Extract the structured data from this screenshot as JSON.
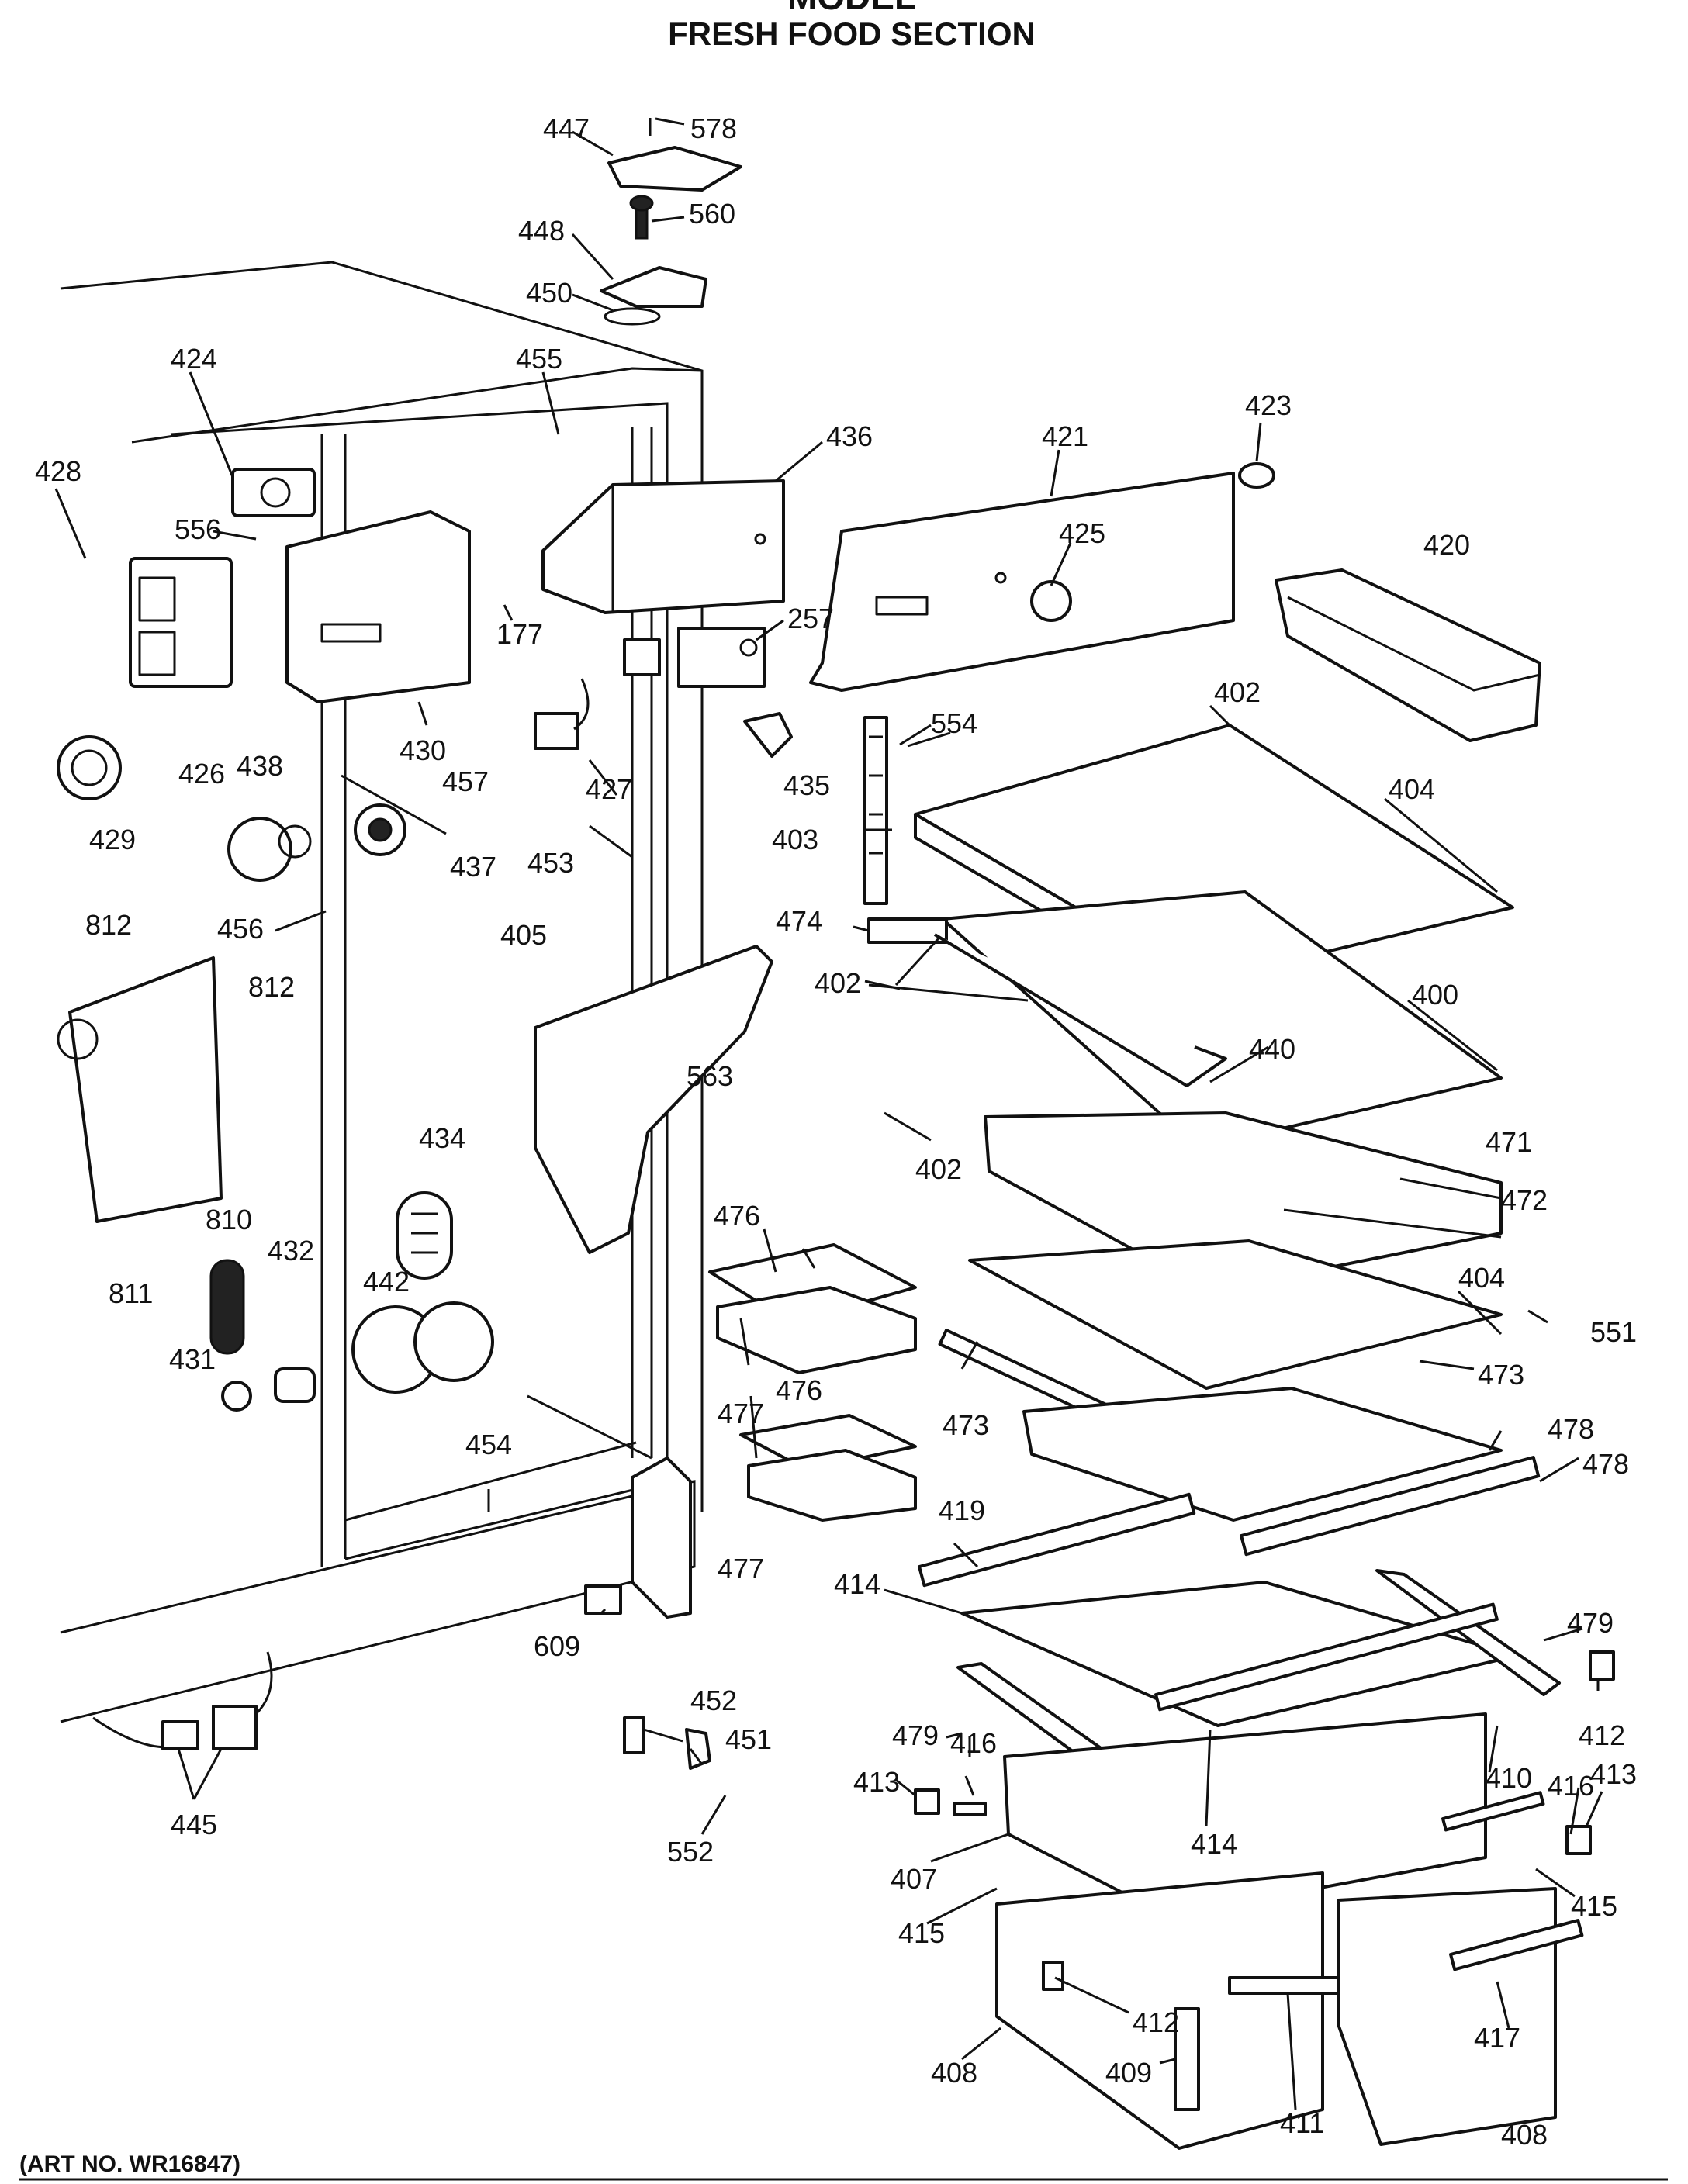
{
  "header": {
    "title_partial": "MODEL",
    "section_title": "FRESH FOOD SECTION"
  },
  "footer": {
    "art_number": "(ART NO. WR16847)"
  },
  "part_labels": [
    {
      "id": "l447",
      "text": "447"
    },
    {
      "id": "l578",
      "text": "578"
    },
    {
      "id": "l560",
      "text": "560"
    },
    {
      "id": "l448",
      "text": "448"
    },
    {
      "id": "l450",
      "text": "450"
    },
    {
      "id": "l455",
      "text": "455"
    },
    {
      "id": "l424",
      "text": "424"
    },
    {
      "id": "l436",
      "text": "436"
    },
    {
      "id": "l421",
      "text": "421"
    },
    {
      "id": "l423",
      "text": "423"
    },
    {
      "id": "l428",
      "text": "428"
    },
    {
      "id": "l556",
      "text": "556"
    },
    {
      "id": "l425",
      "text": "425"
    },
    {
      "id": "l420",
      "text": "420"
    },
    {
      "id": "l257",
      "text": "257"
    },
    {
      "id": "l177",
      "text": "177"
    },
    {
      "id": "l430",
      "text": "430"
    },
    {
      "id": "l426",
      "text": "426"
    },
    {
      "id": "l438",
      "text": "438"
    },
    {
      "id": "l457",
      "text": "457"
    },
    {
      "id": "l427",
      "text": "427"
    },
    {
      "id": "l435",
      "text": "435"
    },
    {
      "id": "l554",
      "text": "554"
    },
    {
      "id": "l402a",
      "text": "402"
    },
    {
      "id": "l404a",
      "text": "404"
    },
    {
      "id": "l429",
      "text": "429"
    },
    {
      "id": "l437",
      "text": "437"
    },
    {
      "id": "l453",
      "text": "453"
    },
    {
      "id": "l403",
      "text": "403"
    },
    {
      "id": "l812a",
      "text": "812"
    },
    {
      "id": "l456",
      "text": "456"
    },
    {
      "id": "l405",
      "text": "405"
    },
    {
      "id": "l474",
      "text": "474"
    },
    {
      "id": "l812b",
      "text": "812"
    },
    {
      "id": "l402b",
      "text": "402"
    },
    {
      "id": "l400",
      "text": "400"
    },
    {
      "id": "l440",
      "text": "440"
    },
    {
      "id": "l563",
      "text": "563"
    },
    {
      "id": "l434",
      "text": "434"
    },
    {
      "id": "l810",
      "text": "810"
    },
    {
      "id": "l471",
      "text": "471"
    },
    {
      "id": "l402c",
      "text": "402"
    },
    {
      "id": "l472",
      "text": "472"
    },
    {
      "id": "l476a",
      "text": "476"
    },
    {
      "id": "l811",
      "text": "811"
    },
    {
      "id": "l432",
      "text": "432"
    },
    {
      "id": "l442",
      "text": "442"
    },
    {
      "id": "l404b",
      "text": "404"
    },
    {
      "id": "l551",
      "text": "551"
    },
    {
      "id": "l431",
      "text": "431"
    },
    {
      "id": "l473a",
      "text": "473"
    },
    {
      "id": "l477a",
      "text": "477"
    },
    {
      "id": "l476b",
      "text": "476"
    },
    {
      "id": "l473b",
      "text": "473"
    },
    {
      "id": "l454",
      "text": "454"
    },
    {
      "id": "l478a",
      "text": "478"
    },
    {
      "id": "l478b",
      "text": "478"
    },
    {
      "id": "l419",
      "text": "419"
    },
    {
      "id": "l477b",
      "text": "477"
    },
    {
      "id": "l414a",
      "text": "414"
    },
    {
      "id": "l609",
      "text": "609"
    },
    {
      "id": "l479a",
      "text": "479"
    },
    {
      "id": "l452",
      "text": "452"
    },
    {
      "id": "l412a",
      "text": "412"
    },
    {
      "id": "l479b",
      "text": "479"
    },
    {
      "id": "l416a",
      "text": "416"
    },
    {
      "id": "l451",
      "text": "451"
    },
    {
      "id": "l410",
      "text": "410"
    },
    {
      "id": "l413a",
      "text": "413"
    },
    {
      "id": "l416b",
      "text": "416"
    },
    {
      "id": "l413b",
      "text": "413"
    },
    {
      "id": "l445",
      "text": "445"
    },
    {
      "id": "l552",
      "text": "552"
    },
    {
      "id": "l414b",
      "text": "414"
    },
    {
      "id": "l407",
      "text": "407"
    },
    {
      "id": "l415a",
      "text": "415"
    },
    {
      "id": "l415b",
      "text": "415"
    },
    {
      "id": "l412b",
      "text": "412"
    },
    {
      "id": "l417",
      "text": "417"
    },
    {
      "id": "l408a",
      "text": "408"
    },
    {
      "id": "l409",
      "text": "409"
    },
    {
      "id": "l411",
      "text": "411"
    },
    {
      "id": "l408b",
      "text": "408"
    }
  ]
}
